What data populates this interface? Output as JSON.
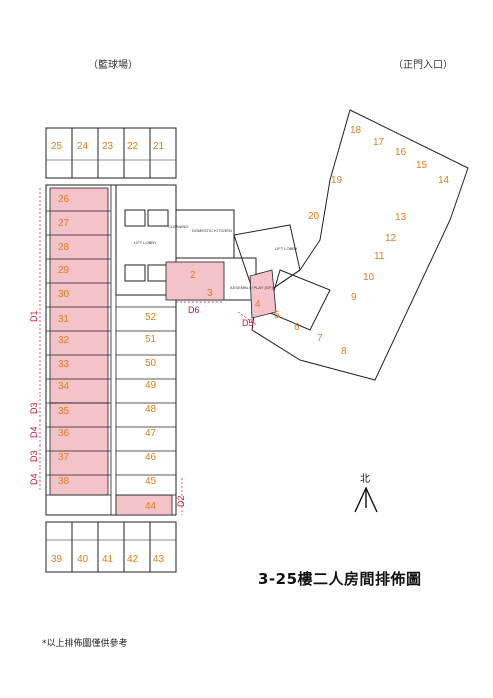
{
  "labels": {
    "court": "（籃球場）",
    "entrance": "（正門入口）",
    "north": "北"
  },
  "title": "3-25樓二人房間排佈圖",
  "footnote": "*以上排佈圖僅供參考",
  "rooms": [
    "21",
    "22",
    "23",
    "24",
    "25",
    "26",
    "27",
    "28",
    "29",
    "30",
    "31",
    "32",
    "33",
    "34",
    "35",
    "36",
    "37",
    "38",
    "39",
    "40",
    "41",
    "42",
    "43",
    "44",
    "45",
    "46",
    "47",
    "48",
    "49",
    "50",
    "51",
    "52",
    "2",
    "3",
    "4",
    "5",
    "6",
    "7",
    "8",
    "9",
    "10",
    "11",
    "12",
    "13",
    "14",
    "15",
    "16",
    "17",
    "18",
    "19",
    "20"
  ],
  "dimensions": [
    "D1",
    "D3",
    "D4",
    "D3",
    "D4",
    "D2",
    "D6",
    "D5"
  ],
  "facilities": {
    "lift_lobby_1": "LIFT LOBBY",
    "domestic_kitchen": "DOMESTIC KITCHEN",
    "cleaning": "CLEANING",
    "assembly_play": "ASSEMBLY/ PLAY (GF)",
    "lift_lobby_2": "LIFT LOBBY"
  },
  "colors": {
    "highlight": "#f4c2c9",
    "room_number": "#e07d1a",
    "dimension": "#d0182b"
  }
}
